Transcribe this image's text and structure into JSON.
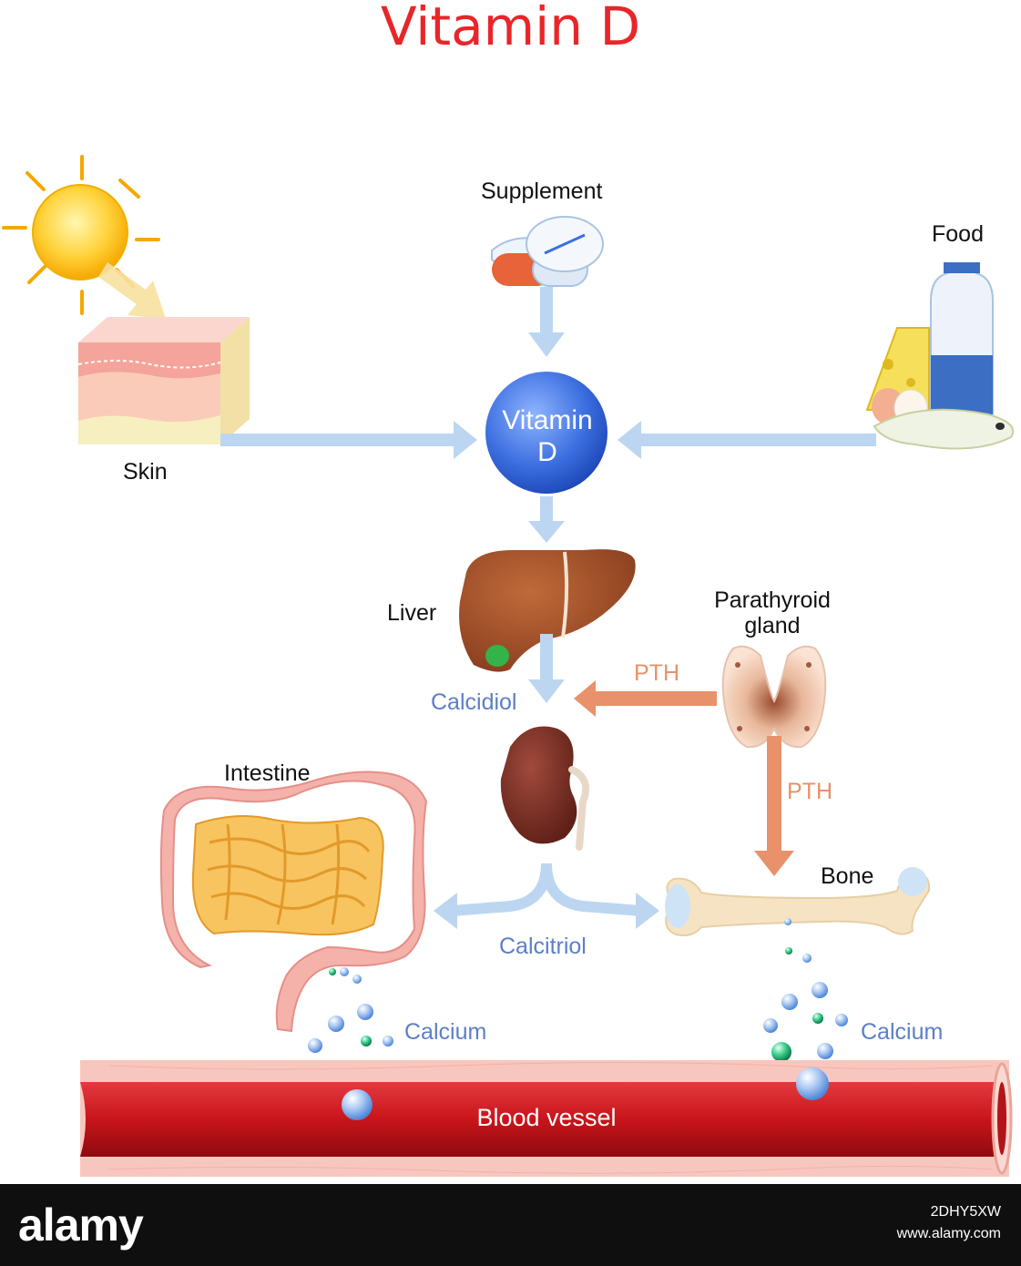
{
  "title": "Vitamin D",
  "labels": {
    "supplement": "Supplement",
    "food": "Food",
    "skin": "Skin",
    "vitamin_d_line1": "Vitamin",
    "vitamin_d_line2": "D",
    "liver": "Liver",
    "parathyroid_line1": "Parathyroid",
    "parathyroid_line2": "gland",
    "pth_left": "PTH",
    "pth_down": "PTH",
    "calcidiol": "Calcidiol",
    "intestine": "Intestine",
    "bone": "Bone",
    "calcitriol": "Calcitriol",
    "calcium_left": "Calcium",
    "calcium_right": "Calcium",
    "blood_vessel": "Blood vessel"
  },
  "footer": {
    "logo": "alamy",
    "image_id": "2DHY5XW",
    "url": "www.alamy.com"
  },
  "colors": {
    "title": "#e8262a",
    "arrow_blue": "#bcd6f2",
    "arrow_orange": "#e8916a",
    "label_blue": "#5b7fc8",
    "blood": "#c8151b"
  }
}
